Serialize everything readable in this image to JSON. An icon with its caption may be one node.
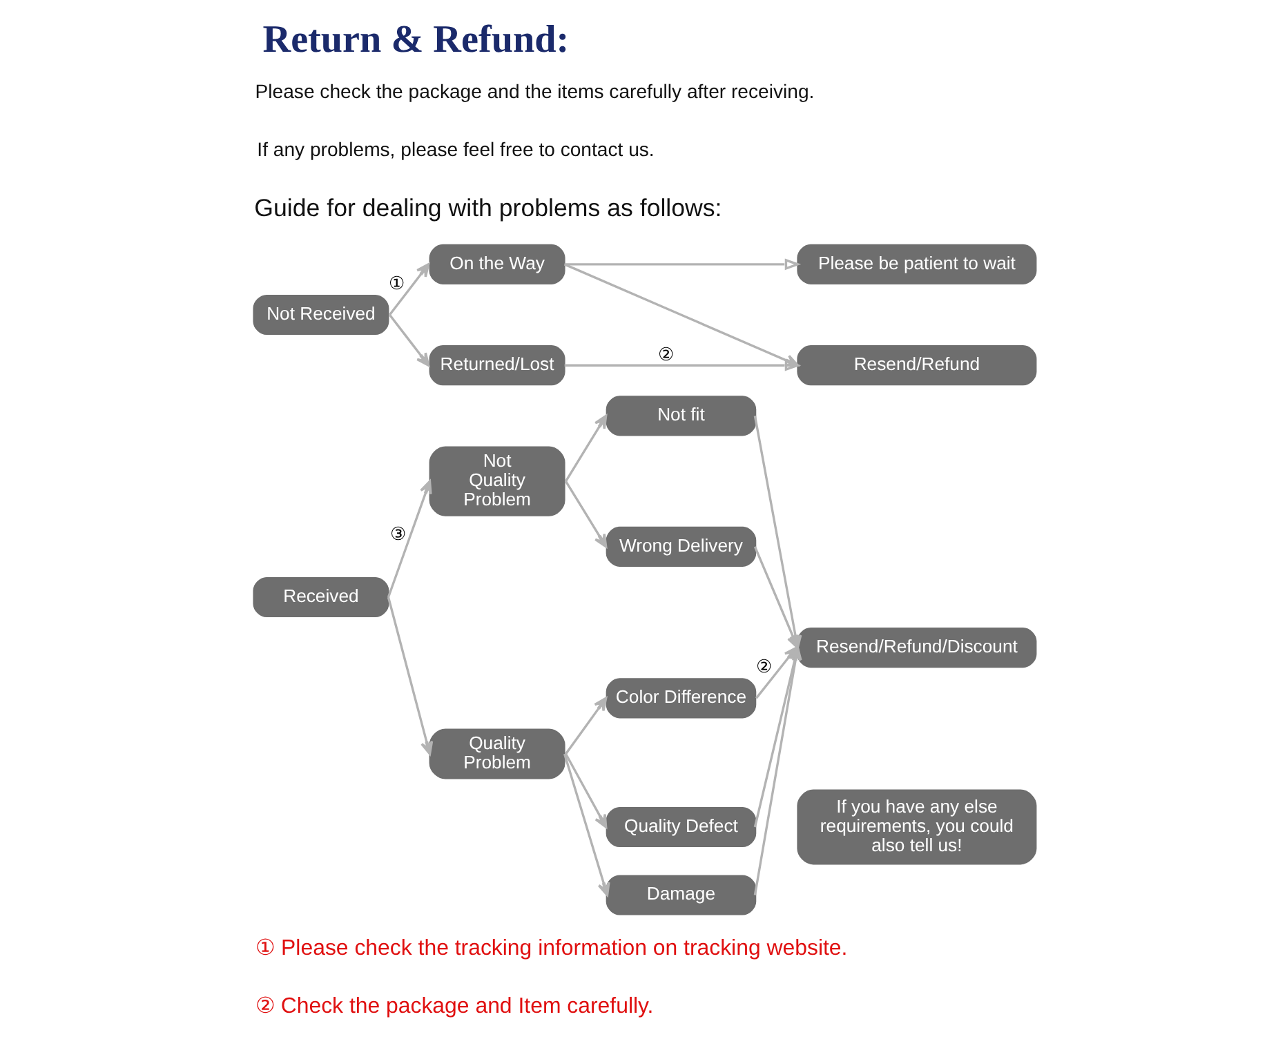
{
  "diagram": {
    "title": "Return & Refund:",
    "nodes": [
      {
        "text": [
          "Not Received"
        ]
      },
      {
        "text": [
          "On the Way"
        ]
      },
      {
        "text": [
          "Returned/Lost"
        ]
      },
      {
        "text": [
          "Please be patient to wait"
        ]
      },
      {
        "text": [
          "Resend/Refund"
        ]
      },
      {
        "text": [
          "Received"
        ]
      },
      {
        "text": [
          "Not Quality Problem"
        ]
      },
      {
        "text": [
          "Quality Problem"
        ]
      },
      {
        "text": [
          "Not fit"
        ]
      },
      {
        "text": [
          "Wrong Delivery"
        ]
      },
      {
        "text": [
          "Color Difference"
        ]
      },
      {
        "text": [
          "Quality Defect"
        ]
      },
      {
        "text": [
          "Damage"
        ]
      },
      {
        "text": [
          "Resend/Refund/Discount"
        ]
      },
      {
        "text": [
          "If you have any else requirements, you could also tell us!"
        ]
      }
    ],
    "edges": [
      {
        "from": 0,
        "to": 1,
        "arrow": "to",
        "label": "①"
      },
      {
        "from": 0,
        "to": 2,
        "arrow": "to"
      },
      {
        "from": 1,
        "to": 3,
        "arrow": "to"
      },
      {
        "from": 1,
        "to": 4,
        "arrow": "to"
      },
      {
        "from": 2,
        "to": 4,
        "arrow": "to",
        "label": "②"
      },
      {
        "from": 5,
        "to": 6,
        "arrow": "to",
        "label": "③"
      },
      {
        "from": 5,
        "to": 7,
        "arrow": "to"
      },
      {
        "from": 6,
        "to": 8,
        "arrow": "to"
      },
      {
        "from": 6,
        "to": 9,
        "arrow": "to"
      },
      {
        "from": 7,
        "to": 10,
        "arrow": "to"
      },
      {
        "from": 7,
        "to": 11,
        "arrow": "to"
      },
      {
        "from": 7,
        "to": 12,
        "arrow": "to"
      },
      {
        "from": 8,
        "to": 13,
        "arrow": "to"
      },
      {
        "from": 9,
        "to": 13,
        "arrow": "to"
      },
      {
        "from": 10,
        "to": 13,
        "arrow": "to",
        "label": "②"
      },
      {
        "from": 11,
        "to": 13,
        "arrow": "to"
      },
      {
        "from": 12,
        "to": 13,
        "arrow": "to"
      }
    ],
    "labels": [
      "Please check the package and the items carefully after receiving.",
      "If any problems, please feel free to contact us.",
      "Guide for dealing with problems as follows:",
      "① Please check the tracking information on tracking website.",
      "② Check the package and Item carefully."
    ]
  }
}
